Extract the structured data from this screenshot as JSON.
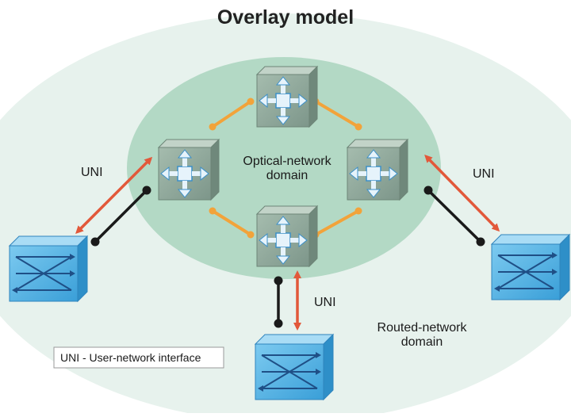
{
  "diagram": {
    "title": "Overlay model",
    "optical_domain_label": [
      "Optical-network",
      "domain"
    ],
    "routed_domain_label": [
      "Routed-network",
      "domain"
    ],
    "uni_label": "UNI",
    "legend": "UNI - User-network interface"
  },
  "colors": {
    "outer_domain": "#e7f2ed",
    "inner_domain": "#b3d9c5",
    "optical_switch": "#8fa99b",
    "router": "#55b3e6",
    "uni_arrow": "#e2583a",
    "optical_link": "#f2a33a",
    "control_link": "#1a1a1a"
  }
}
